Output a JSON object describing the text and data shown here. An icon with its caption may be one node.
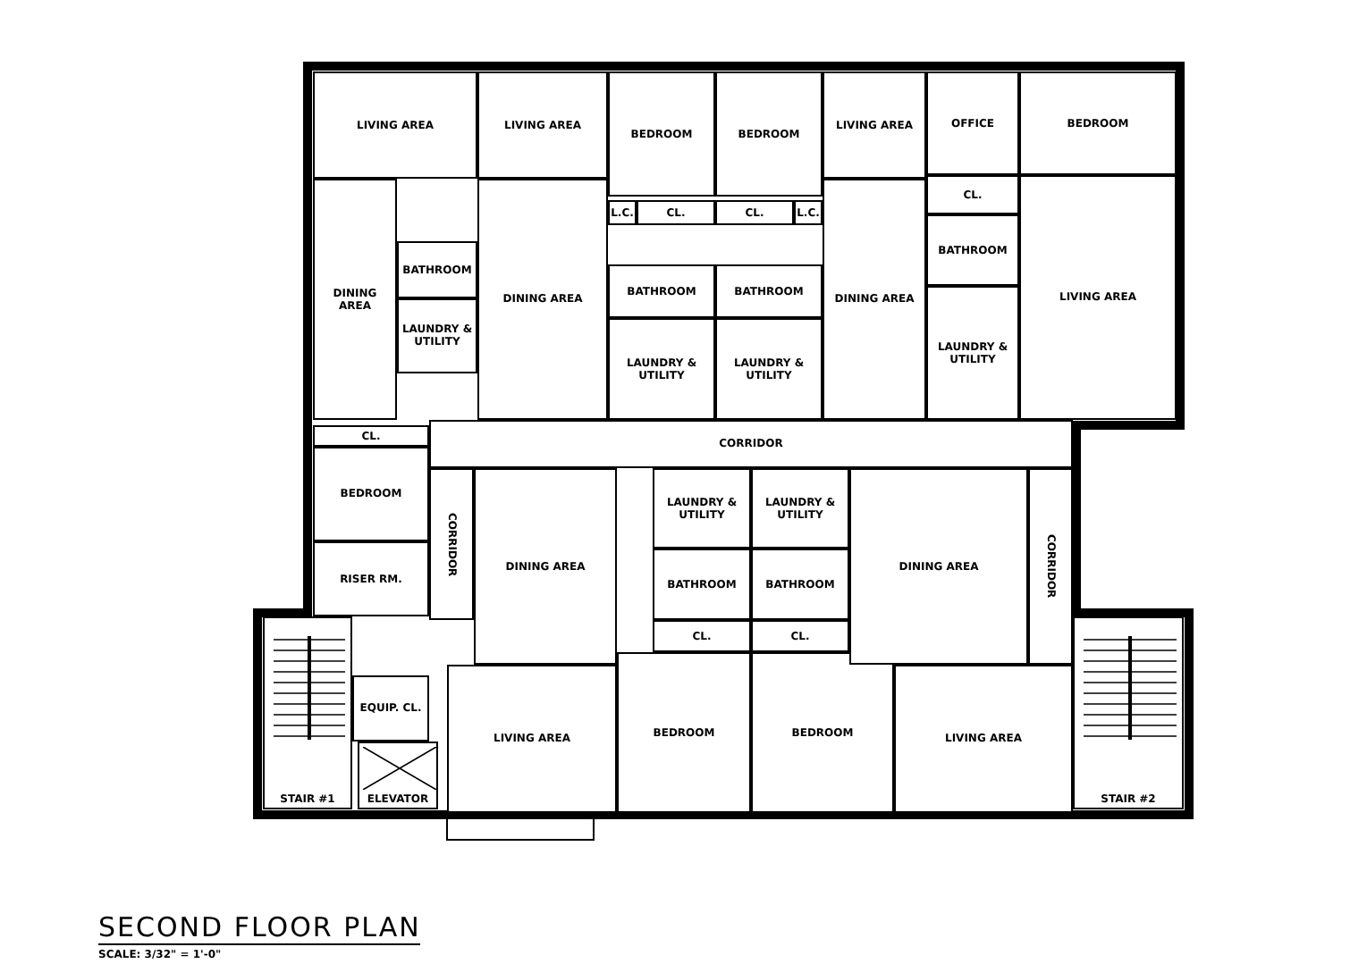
{
  "diagram": {
    "title": "SECOND FLOOR PLAN",
    "nodes": [
      {
        "text": [
          "LIVING AREA"
        ]
      },
      {
        "text": [
          "DINING AREA"
        ]
      },
      {
        "text": [
          "BATHROOM"
        ]
      },
      {
        "text": [
          "LAUNDRY & UTILITY"
        ]
      },
      {
        "text": [
          "LIVING AREA"
        ]
      },
      {
        "text": [
          "DINING AREA"
        ]
      },
      {
        "text": [
          "BEDROOM"
        ]
      },
      {
        "text": [
          "BEDROOM"
        ]
      },
      {
        "text": [
          "L.C."
        ]
      },
      {
        "text": [
          "CL."
        ]
      },
      {
        "text": [
          "CL."
        ]
      },
      {
        "text": [
          "L.C."
        ]
      },
      {
        "text": [
          "BATHROOM"
        ]
      },
      {
        "text": [
          "BATHROOM"
        ]
      },
      {
        "text": [
          "LAUNDRY & UTILITY"
        ]
      },
      {
        "text": [
          "LAUNDRY & UTILITY"
        ]
      },
      {
        "text": [
          "LIVING AREA"
        ]
      },
      {
        "text": [
          "DINING AREA"
        ]
      },
      {
        "text": [
          "OFFICE"
        ]
      },
      {
        "text": [
          "BEDROOM"
        ]
      },
      {
        "text": [
          "CL."
        ]
      },
      {
        "text": [
          "BATHROOM"
        ]
      },
      {
        "text": [
          "LAUNDRY & UTILITY"
        ]
      },
      {
        "text": [
          "LIVING AREA"
        ]
      },
      {
        "text": [
          "CORRIDOR"
        ]
      },
      {
        "text": [
          "CL."
        ]
      },
      {
        "text": [
          "BEDROOM"
        ]
      },
      {
        "text": [
          "RISER RM."
        ]
      },
      {
        "text": [
          "CORRIDOR"
        ]
      },
      {
        "text": [
          "STAIR #1"
        ]
      },
      {
        "text": [
          "EQUIP. CL."
        ]
      },
      {
        "text": [
          "ELEVATOR"
        ]
      },
      {
        "text": [
          "DINING AREA"
        ]
      },
      {
        "text": [
          "LIVING AREA"
        ]
      },
      {
        "text": [
          "LAUNDRY & UTILITY"
        ]
      },
      {
        "text": [
          "LAUNDRY & UTILITY"
        ]
      },
      {
        "text": [
          "BATHROOM"
        ]
      },
      {
        "text": [
          "BATHROOM"
        ]
      },
      {
        "text": [
          "CL."
        ]
      },
      {
        "text": [
          "CL."
        ]
      },
      {
        "text": [
          "BEDROOM"
        ]
      },
      {
        "text": [
          "BEDROOM"
        ]
      },
      {
        "text": [
          "DINING AREA"
        ]
      },
      {
        "text": [
          "CORRIDOR"
        ]
      },
      {
        "text": [
          "LIVING AREA"
        ]
      },
      {
        "text": [
          "STAIR #2"
        ]
      }
    ],
    "labels": [
      "SCALE: 3/32\" = 1'-0\""
    ]
  }
}
